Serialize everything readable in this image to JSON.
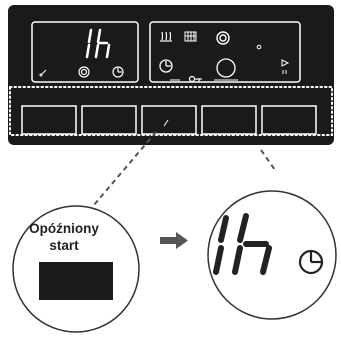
{
  "panel": {
    "display_text": "1h",
    "program_icons": [
      "steam-icon",
      "grid-icon",
      "spiral-icon",
      "clock-icon",
      "circle-icon",
      "key-icon",
      "play-pause-icon"
    ],
    "left_icons": [
      "plug-icon",
      "spiral-icon",
      "clock-icon"
    ],
    "button_count": 5
  },
  "callout": {
    "label_line1": "Opóźniony",
    "label_line2": "start"
  },
  "zoom": {
    "display_text": "1h",
    "icon": "clock-icon"
  },
  "colors": {
    "panel_bg": "#1a1a1a",
    "panel_line": "#ffffff",
    "button_fill": "#1a1a1a",
    "arrow": "#555555",
    "outline": "#333333"
  }
}
